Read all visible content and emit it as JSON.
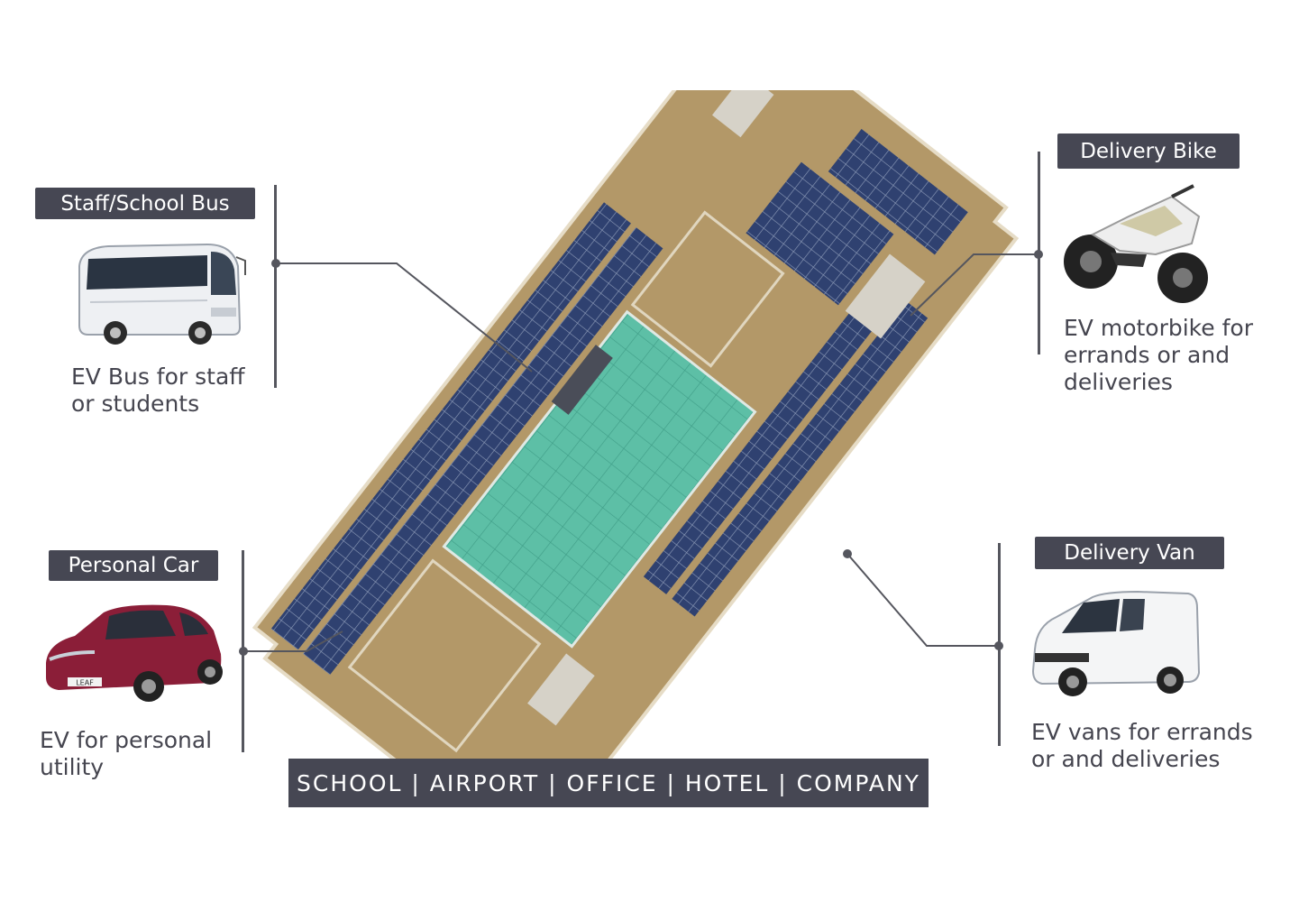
{
  "callouts": {
    "bus": {
      "title": "Staff/School Bus",
      "desc_lines": [
        "EV Bus for staff",
        "or students"
      ],
      "icon": "bus-icon"
    },
    "car": {
      "title": "Personal Car",
      "desc_lines": [
        "EV for personal",
        "utility"
      ],
      "icon": "car-icon",
      "plate": "LEAF"
    },
    "bike": {
      "title": "Delivery Bike",
      "desc_lines": [
        "EV motorbike for",
        "errands or and",
        "deliveries"
      ],
      "icon": "motorbike-icon"
    },
    "van": {
      "title": "Delivery Van",
      "desc_lines": [
        "EV vans for errands",
        "or and deliveries"
      ],
      "icon": "van-icon"
    }
  },
  "banner": {
    "text": "SCHOOL | AIRPORT | OFFICE | HOTEL | COMPANY"
  },
  "colors": {
    "tag_bg": "#464753",
    "text": "#45454f",
    "roof": "#b59a6a",
    "solar": "#2e3f6b",
    "glass": "#5cc0a8"
  }
}
